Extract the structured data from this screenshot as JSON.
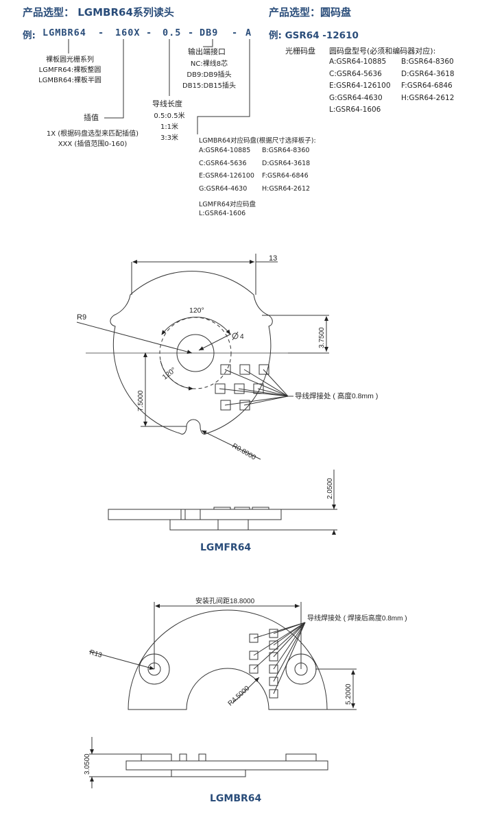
{
  "header": {
    "left_title": "产品选型： LGMBR64系列读头",
    "right_title": "产品选型：圆码盘"
  },
  "example": {
    "prefix": "例:",
    "parts": [
      "LGMBR64",
      "-",
      "160X",
      "-",
      "0.5",
      "-",
      "DB9",
      "-",
      "A"
    ],
    "right": "例: GSR64 -12610"
  },
  "series": {
    "title": "裸板圆光栅系列",
    "items": [
      "LGMFR64:裸板整圆",
      "LGMBR64:裸板半圆"
    ]
  },
  "interpolation": {
    "title": "插值",
    "lines": [
      "1X (根据码盘选型来匹配插值)",
      "XXX (插值范围0-160)"
    ]
  },
  "cable": {
    "title": "导线长度",
    "items": [
      "0.5:0.5米",
      "1:1米",
      "3:3米"
    ]
  },
  "output": {
    "title": "输出端接口",
    "items": [
      "NC:裸线8芯",
      "DB9:DB9插头",
      "DB15:DB15插头"
    ]
  },
  "disc_left": {
    "title": "LGMBR64对应码盘(根据尺寸选择板子):",
    "items": [
      "A:GSR64-10885",
      "B:GSR64-8360",
      "C:GSR64-5636",
      "D:GSR64-3618",
      "E:GSR64-126100",
      "F:GSR64-6846",
      "G:GSR64-4630",
      "H:GSR64-2612"
    ],
    "fr_title": "LGMFR64对应码盘",
    "fr_item": "L:GSR64-1606"
  },
  "disc_right": {
    "label": "光栅码盘",
    "title": "圆码盘型号(必须和编码器对应):",
    "items": [
      "A:GSR64-10885",
      "B:GSR64-8360",
      "C:GSR64-5636",
      "D:GSR64-3618",
      "E:GSR64-126100",
      "F:GSR64-6846",
      "G:GSR64-4630",
      "H:GSR64-2612"
    ],
    "last": "L:GSR64-1606"
  },
  "drawing_fr": {
    "dim_top": "13",
    "angle_top": "120°",
    "angle_bottom": "120°",
    "radius": "R9",
    "hole": "4",
    "dim_right": "3.7500",
    "dim_left": "7.5000",
    "radius_bottom": "R0.8000",
    "solder_note": "导线焊接处 ( 高度0.8mm )",
    "side_height": "2.0500",
    "caption": "LGMFR64"
  },
  "drawing_br": {
    "mount_spacing": "安装孔间距18.8000",
    "solder_note": "导线焊接处 ( 焊接后高度0.8mm )",
    "radius_outer": "R13",
    "radius_inner": "R4.5000",
    "dim_right": "5.2000",
    "side_height": "3.0500",
    "caption": "LGMBR64"
  }
}
